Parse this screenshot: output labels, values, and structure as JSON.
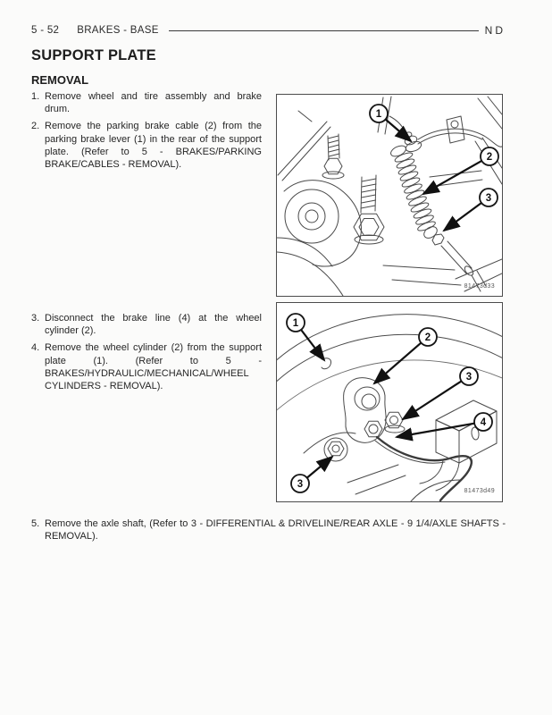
{
  "header": {
    "page_number": "5 - 52",
    "section": "BRAKES - BASE",
    "edition": "ND"
  },
  "title": "SUPPORT PLATE",
  "subtitle": "REMOVAL",
  "steps": [
    {
      "number": "1.",
      "text": "Remove wheel and tire assembly and brake drum."
    },
    {
      "number": "2.",
      "text": "Remove the parking brake cable (2) from the parking brake lever (1) in the rear of the support plate. (Refer to 5 - BRAKES/PARKING BRAKE/CABLES - REMOVAL)."
    },
    {
      "number": "3.",
      "text": "Disconnect the brake line (4) at the wheel cylinder (2)."
    },
    {
      "number": "4.",
      "text": "Remove the wheel cylinder (2) from the support plate (1). (Refer to 5 - BRAKES/HYDRAULIC/MECHANICAL/WHEEL CYLINDERS - REMOVAL)."
    },
    {
      "number": "5.",
      "text": "Remove the axle shaft, (Refer to 3 - DIFFERENTIAL & DRIVELINE/REAR AXLE - 9 1/4/AXLE SHAFTS - REMOVAL)."
    }
  ],
  "figures": [
    {
      "id": "81473d33",
      "callouts": [
        "1",
        "2",
        "3"
      ]
    },
    {
      "id": "81473d49",
      "callouts": [
        "1",
        "2",
        "3",
        "4",
        "3"
      ]
    }
  ],
  "colors": {
    "text": "#262626",
    "line_art": "#4a4a4a",
    "callout_stroke": "#141414"
  }
}
